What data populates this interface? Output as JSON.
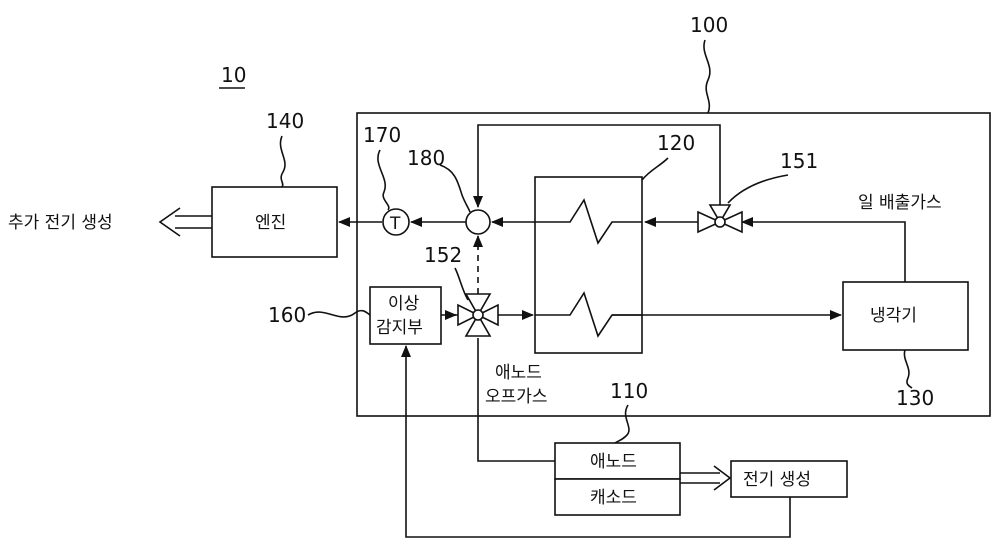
{
  "refs": {
    "system": "10",
    "module": "100",
    "engine": "140",
    "heat_exchanger": "120",
    "cooler": "130",
    "fuel_cell": "110",
    "sensor_170": "170",
    "mixer_180": "180",
    "valve_151": "151",
    "valve_152": "152",
    "detector": "160"
  },
  "labels": {
    "engine": "엔진",
    "extra_power": "추가 전기 생성",
    "exhaust_gas": "일 배출가스",
    "detector_line1": "이상",
    "detector_line2": "감지부",
    "cooler": "냉각기",
    "anode_offgas_line1": "애노드",
    "anode_offgas_line2": "오프가스",
    "anode": "애노드",
    "cathode": "캐소드",
    "power_gen": "전기 생성",
    "temp_symbol": "T"
  }
}
